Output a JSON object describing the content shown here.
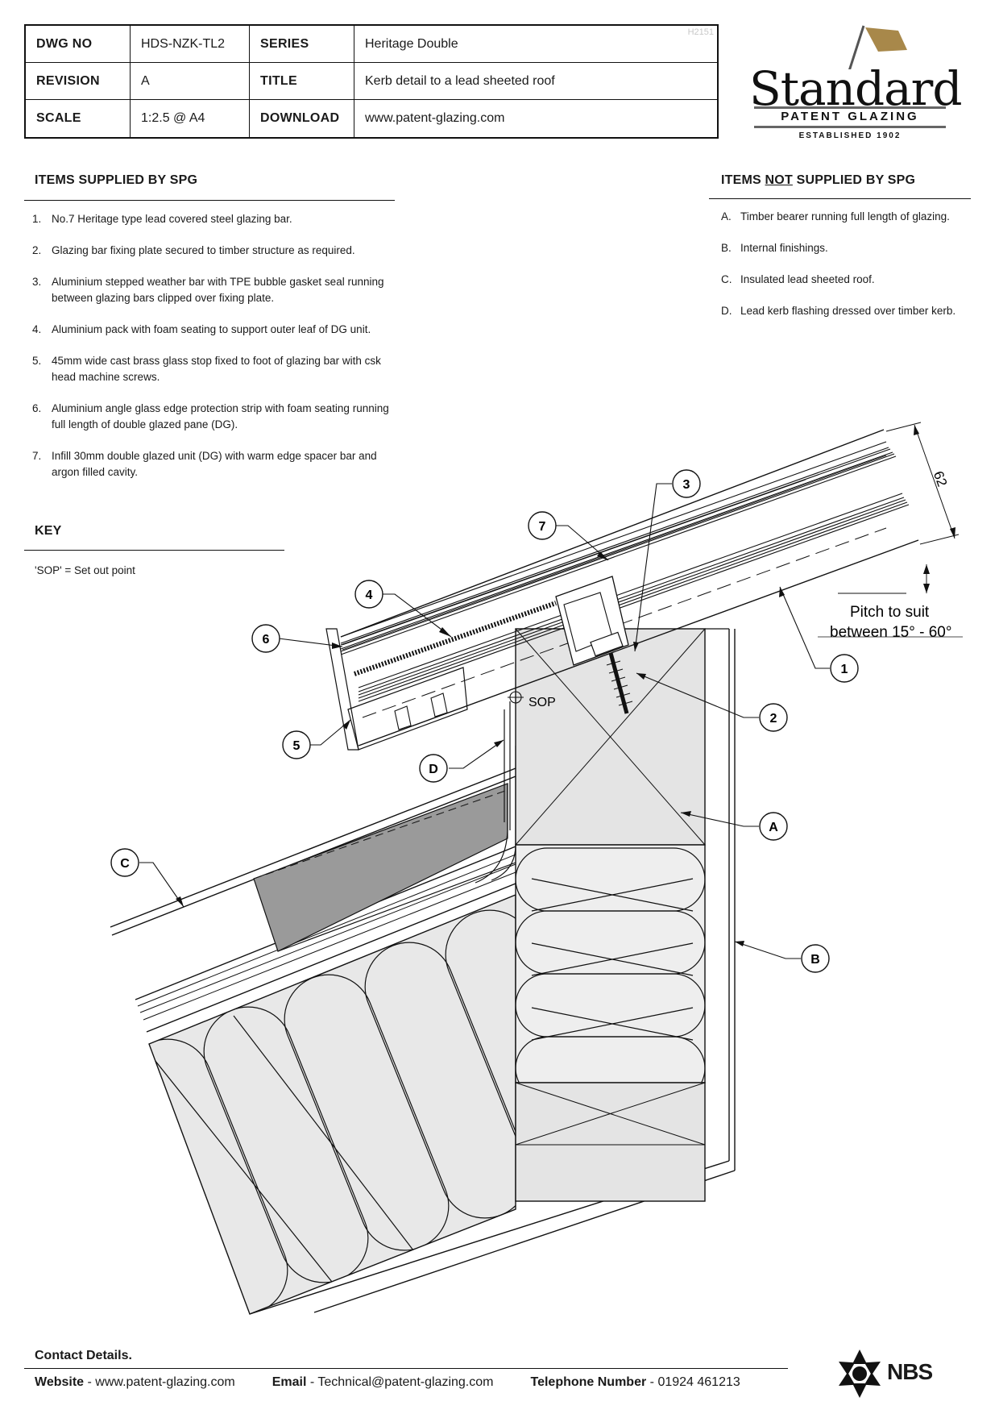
{
  "title_block": {
    "watermark": "H2151",
    "rows": [
      {
        "label": "DWG NO",
        "value": "HDS-NZK-TL2",
        "label2": "SERIES",
        "value2": "Heritage Double"
      },
      {
        "label": "REVISION",
        "value": "A",
        "label2": "TITLE",
        "value2": "Kerb detail to a lead sheeted roof"
      },
      {
        "label": "SCALE",
        "value": "1:2.5 @ A4",
        "label2": "DOWNLOAD",
        "value2": "www.patent-glazing.com"
      }
    ]
  },
  "logo": {
    "word": "Standard",
    "sub": "PATENT GLAZING",
    "established": "ESTABLISHED 1902",
    "flag_color": "#a8884a"
  },
  "supplied": {
    "heading": "ITEMS SUPPLIED BY SPG",
    "items": [
      {
        "num": "1.",
        "text": "No.7 Heritage type lead covered steel glazing bar."
      },
      {
        "num": "2.",
        "text": "Glazing bar fixing plate secured to timber structure as required."
      },
      {
        "num": "3.",
        "text": "Aluminium stepped weather bar with TPE bubble gasket seal running between glazing bars clipped over fixing plate."
      },
      {
        "num": "4.",
        "text": "Aluminium pack with foam seating to support outer leaf of DG unit."
      },
      {
        "num": "5.",
        "text": "45mm wide cast brass glass stop fixed to foot of glazing bar with csk head machine screws."
      },
      {
        "num": "6.",
        "text": "Aluminium angle glass edge protection strip with foam seating running full length of double glazed pane (DG)."
      },
      {
        "num": "7.",
        "text": "Infill 30mm double glazed unit (DG) with warm edge spacer bar and argon filled cavity."
      }
    ]
  },
  "not_supplied": {
    "heading_pre": "ITEMS ",
    "heading_not": "NOT",
    "heading_post": " SUPPLIED BY SPG",
    "items": [
      {
        "num": "A.",
        "text": "Timber bearer running full length of glazing."
      },
      {
        "num": "B.",
        "text": "Internal finishings."
      },
      {
        "num": "C.",
        "text": "Insulated lead sheeted roof."
      },
      {
        "num": "D.",
        "text": "Lead kerb flashing dressed over timber kerb."
      }
    ]
  },
  "key": {
    "heading": "KEY",
    "text": "'SOP' = Set out point"
  },
  "drawing": {
    "callouts": [
      "1",
      "2",
      "3",
      "4",
      "5",
      "6",
      "7",
      "A",
      "B",
      "C",
      "D"
    ],
    "sop_label": "SOP",
    "dimension": "62",
    "pitch_line1": "Pitch to suit",
    "pitch_line2": "between 15° - 60°",
    "colors": {
      "lead": "#9a9a9a",
      "timber": "#e4e4e4",
      "insulation": "#e8e8e8",
      "line": "#111111"
    }
  },
  "footer": {
    "contact_heading": "Contact Details.",
    "website_label": "Website",
    "website": "www.patent-glazing.com",
    "email_label": "Email",
    "email": "Technical@patent-glazing.com",
    "phone_label": "Telephone Number",
    "phone": "01924 461213",
    "separator": "-",
    "nbs": "NBS"
  }
}
